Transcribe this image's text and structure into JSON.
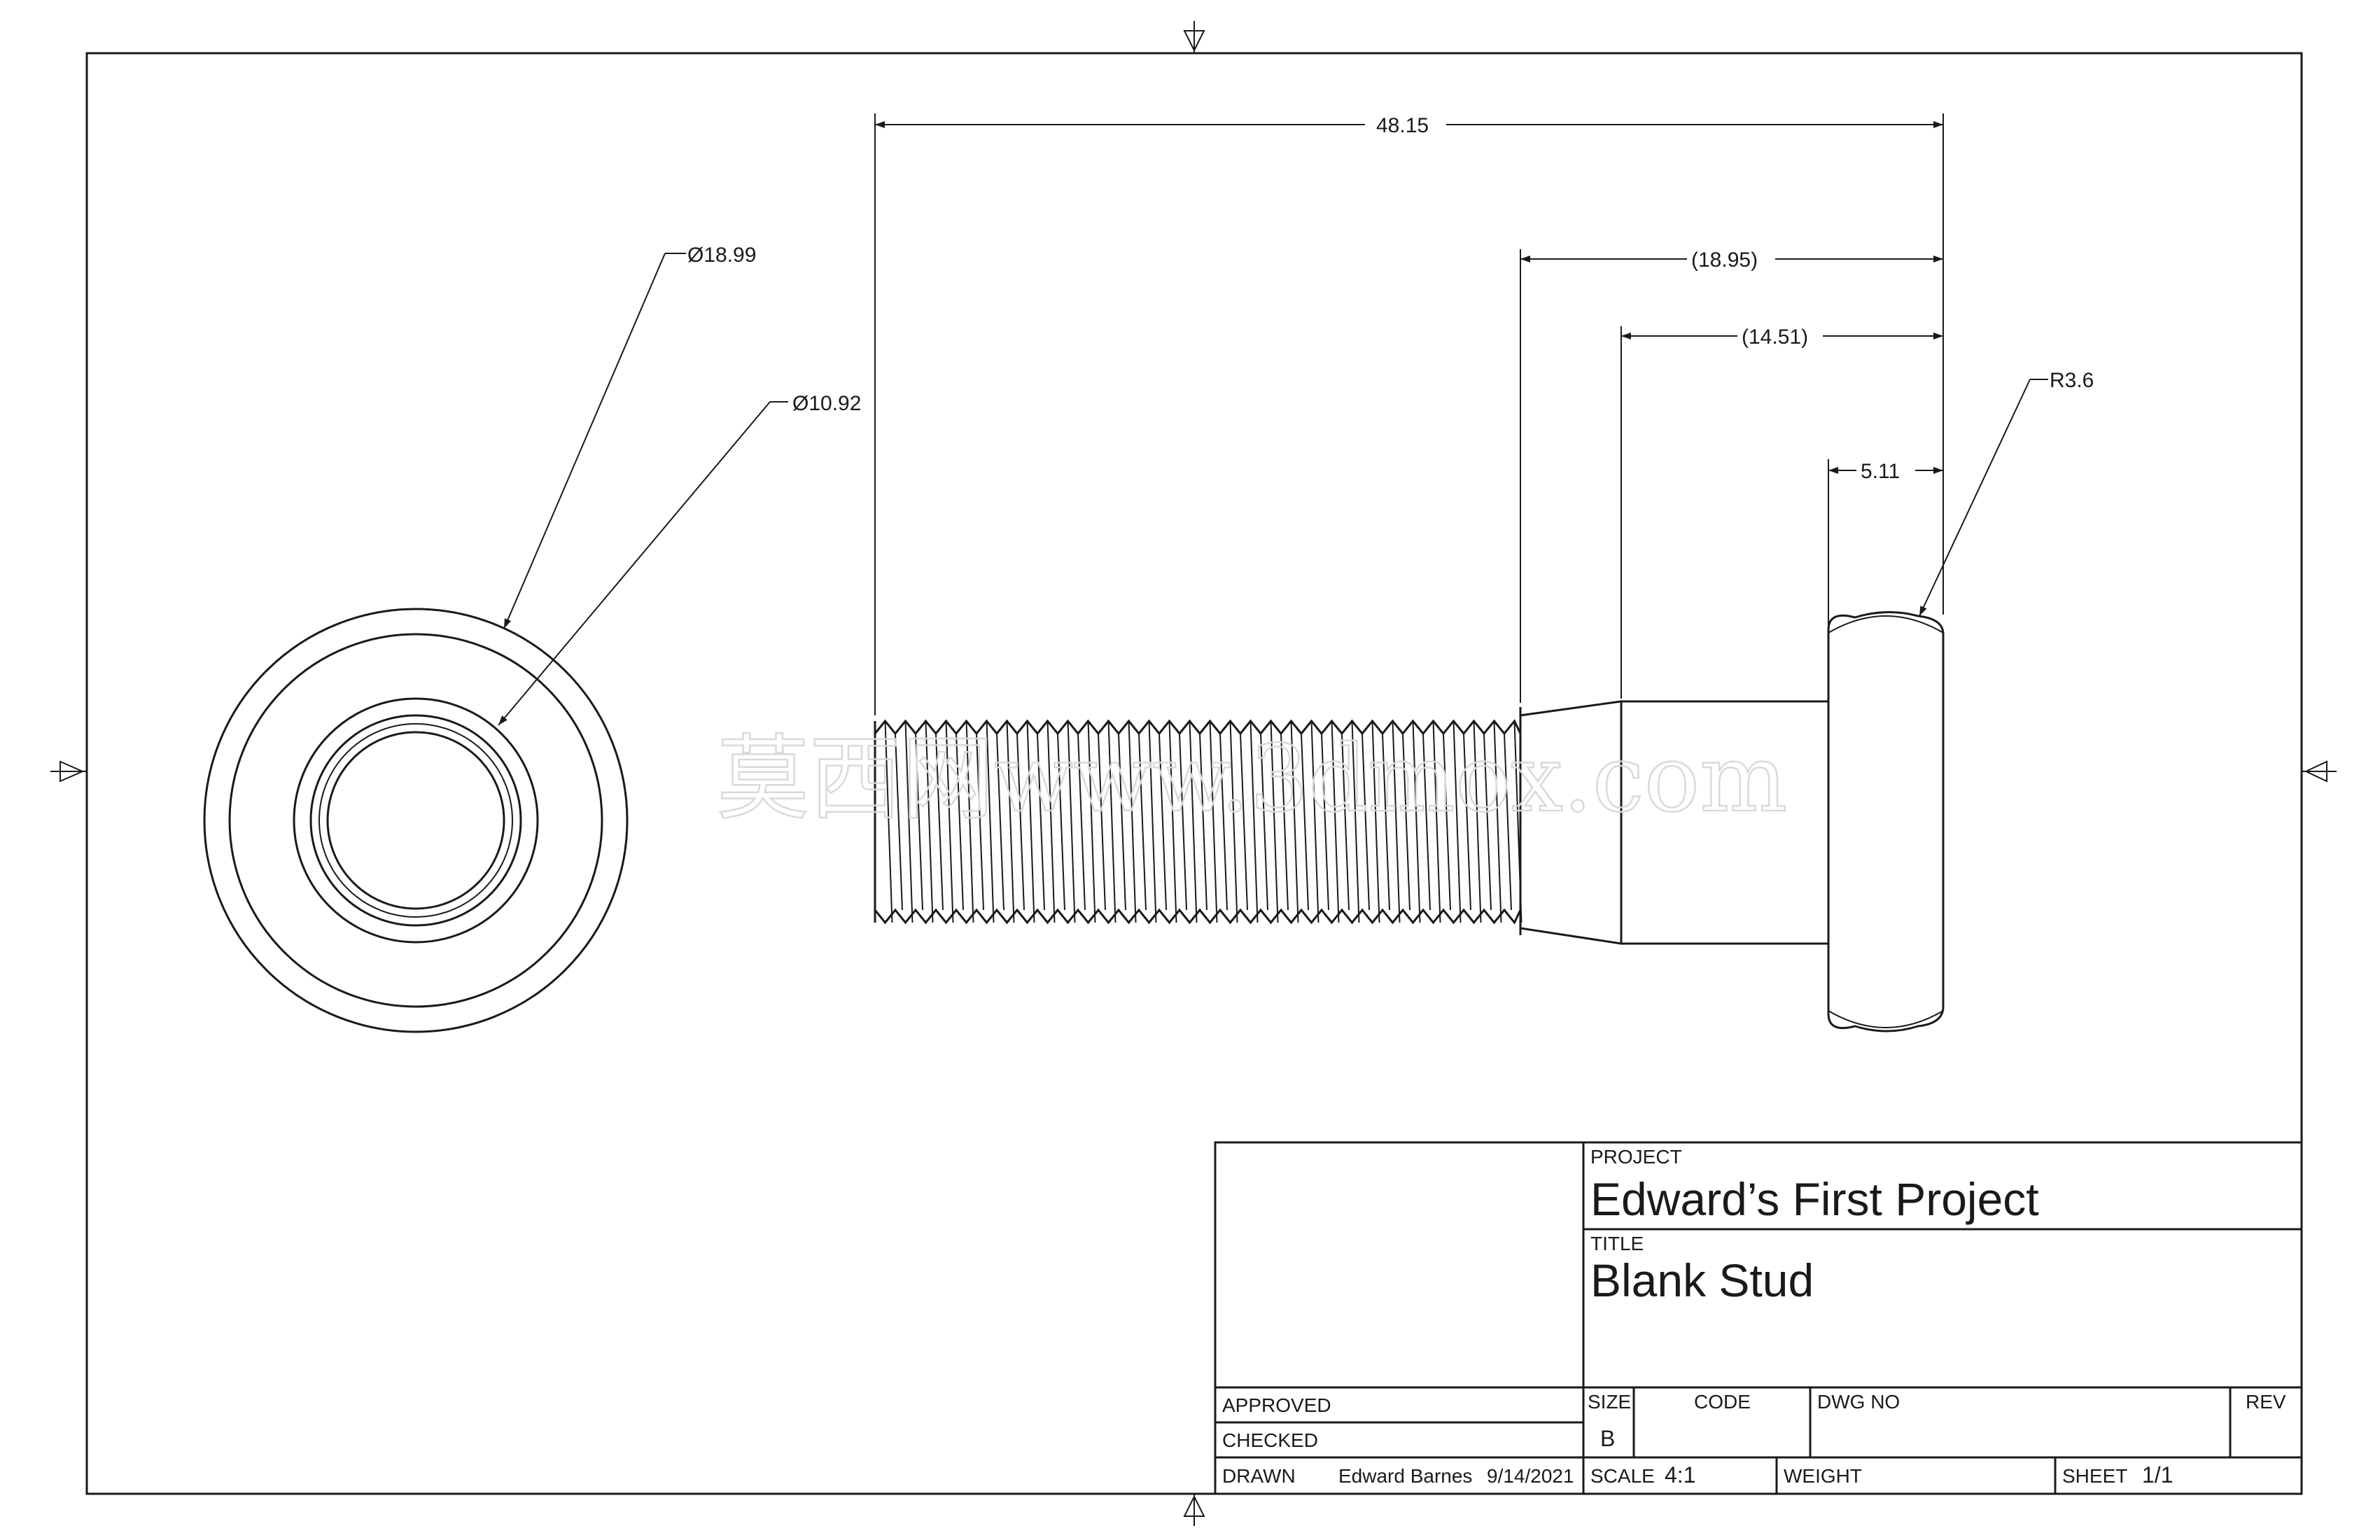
{
  "dimensions": {
    "overall_length": "48.15",
    "neck_length": "(18.95)",
    "shank_length": "(14.51)",
    "head_thickness": "5.11",
    "head_radius": "R3.6",
    "outer_diameter": "Ø18.99",
    "inner_diameter": "Ø10.92"
  },
  "title_block": {
    "project_label": "PROJECT",
    "project_value": "Edward’s First Project",
    "title_label": "TITLE",
    "title_value": "Blank Stud",
    "approved_label": "APPROVED",
    "checked_label": "CHECKED",
    "drawn_label": "DRAWN",
    "drawn_by": "Edward Barnes",
    "drawn_date": "9/14/2021",
    "size_label": "SIZE",
    "size_value": "B",
    "code_label": "CODE",
    "dwg_no_label": "DWG NO",
    "rev_label": "REV",
    "scale_label": "SCALE",
    "scale_value": "4:1",
    "weight_label": "WEIGHT",
    "sheet_label": "SHEET",
    "sheet_value": "1/1"
  },
  "watermark": "莫西网www.3dmox.com"
}
